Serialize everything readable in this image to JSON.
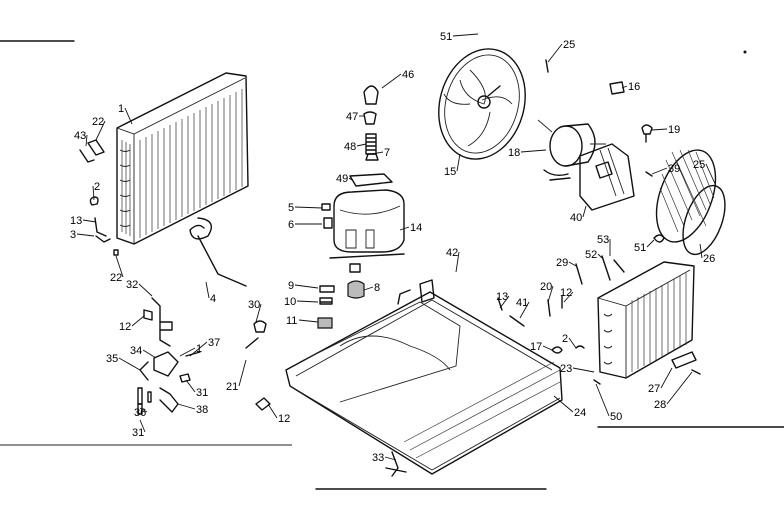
{
  "diagram": {
    "callouts": [
      {
        "id": "c51a",
        "text": "51"
      },
      {
        "id": "c25a",
        "text": "25"
      },
      {
        "id": "c16",
        "text": "16"
      },
      {
        "id": "c46",
        "text": "46"
      },
      {
        "id": "c47",
        "text": "47"
      },
      {
        "id": "c48",
        "text": "48"
      },
      {
        "id": "c7",
        "text": "7"
      },
      {
        "id": "c49",
        "text": "49"
      },
      {
        "id": "c15",
        "text": "15"
      },
      {
        "id": "c18",
        "text": "18"
      },
      {
        "id": "c19",
        "text": "19"
      },
      {
        "id": "c39",
        "text": "39"
      },
      {
        "id": "c25b",
        "text": "25"
      },
      {
        "id": "c40",
        "text": "40"
      },
      {
        "id": "c26",
        "text": "26"
      },
      {
        "id": "c51b",
        "text": "51"
      },
      {
        "id": "c53",
        "text": "53"
      },
      {
        "id": "c52",
        "text": "52"
      },
      {
        "id": "c29",
        "text": "29"
      },
      {
        "id": "c5",
        "text": "5"
      },
      {
        "id": "c6",
        "text": "6"
      },
      {
        "id": "c14",
        "text": "14"
      },
      {
        "id": "c42",
        "text": "42"
      },
      {
        "id": "c1",
        "text": "1"
      },
      {
        "id": "c22a",
        "text": "22"
      },
      {
        "id": "c43",
        "text": "43"
      },
      {
        "id": "c2a",
        "text": "2"
      },
      {
        "id": "c13a",
        "text": "13"
      },
      {
        "id": "c3",
        "text": "3"
      },
      {
        "id": "c22b",
        "text": "22"
      },
      {
        "id": "c4",
        "text": "4"
      },
      {
        "id": "c32",
        "text": "32"
      },
      {
        "id": "c12a",
        "text": "12"
      },
      {
        "id": "c9",
        "text": "9"
      },
      {
        "id": "c8",
        "text": "8"
      },
      {
        "id": "c10",
        "text": "10"
      },
      {
        "id": "c11",
        "text": "11"
      },
      {
        "id": "c30",
        "text": "30"
      },
      {
        "id": "c13b",
        "text": "13"
      },
      {
        "id": "c41",
        "text": "41"
      },
      {
        "id": "c20",
        "text": "20"
      },
      {
        "id": "c12b",
        "text": "12"
      },
      {
        "id": "c37",
        "text": "37"
      },
      {
        "id": "c1b",
        "text": "1"
      },
      {
        "id": "c34",
        "text": "34"
      },
      {
        "id": "c35",
        "text": "35"
      },
      {
        "id": "c31a",
        "text": "31"
      },
      {
        "id": "c21",
        "text": "21"
      },
      {
        "id": "c36",
        "text": "36"
      },
      {
        "id": "c38",
        "text": "38"
      },
      {
        "id": "c31b",
        "text": "31"
      },
      {
        "id": "c12c",
        "text": "12"
      },
      {
        "id": "c17",
        "text": "17"
      },
      {
        "id": "c2b",
        "text": "2"
      },
      {
        "id": "c23",
        "text": "23"
      },
      {
        "id": "c27",
        "text": "27"
      },
      {
        "id": "c28",
        "text": "28"
      },
      {
        "id": "c24",
        "text": "24"
      },
      {
        "id": "c50",
        "text": "50"
      },
      {
        "id": "c33",
        "text": "33"
      }
    ]
  }
}
